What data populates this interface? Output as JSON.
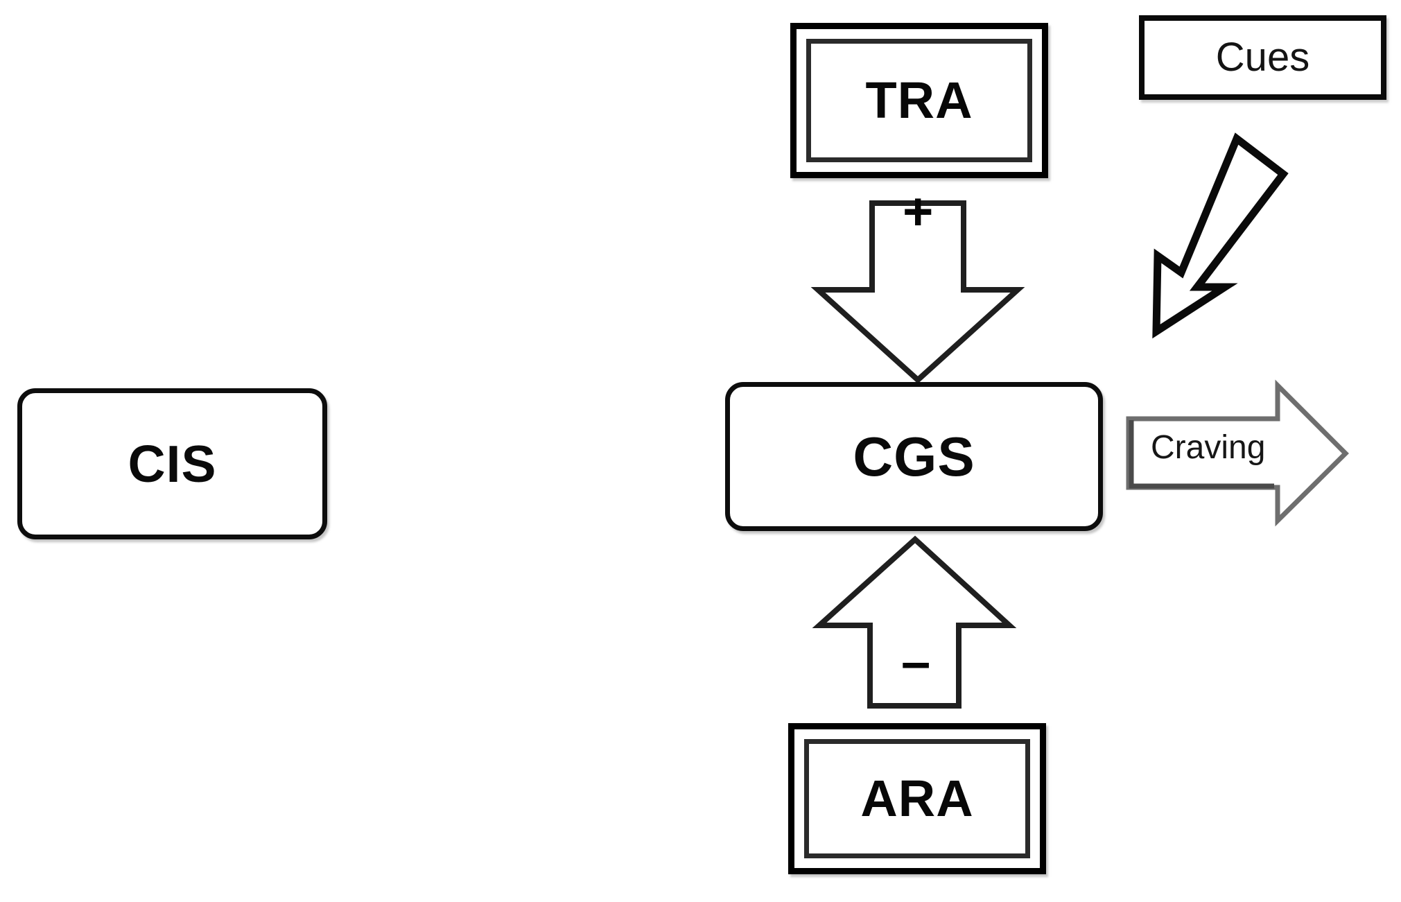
{
  "diagram": {
    "title": "CIS / CGS craving regulation schematic",
    "background_color": "#ffffff",
    "nodes": [
      {
        "id": "cis",
        "label": "CIS",
        "shape": "rounded-rectangle",
        "style": "thick-black-border"
      },
      {
        "id": "tra",
        "label": "TRA",
        "shape": "rectangle",
        "style": "double-border"
      },
      {
        "id": "cues",
        "label": "Cues",
        "shape": "rectangle",
        "style": "single-border"
      },
      {
        "id": "cgs",
        "label": "CGS",
        "shape": "rounded-rectangle",
        "style": "thick-black-border"
      },
      {
        "id": "ara",
        "label": "ARA",
        "shape": "rectangle",
        "style": "double-border"
      }
    ],
    "connectors": [
      {
        "id": "tra-to-cgs",
        "from": "tra",
        "to": "cgs",
        "direction": "down",
        "sign": "+",
        "style": "block-arrow-outline",
        "stroke": "#1f1f1f"
      },
      {
        "id": "ara-to-cgs",
        "from": "ara",
        "to": "cgs",
        "direction": "up",
        "sign": "–",
        "style": "block-arrow-outline",
        "stroke": "#1f1f1f"
      },
      {
        "id": "cues-to-cgs",
        "from": "cues",
        "to": "cgs",
        "direction": "down-left",
        "sign": "",
        "style": "block-arrow-outline",
        "stroke": "#0a0a0a"
      },
      {
        "id": "cgs-to-craving",
        "from": "cgs",
        "to": "craving",
        "direction": "right",
        "label": "Craving",
        "style": "block-arrow-outline",
        "stroke": "#6e6e6e"
      }
    ],
    "colors": {
      "node_border": "#0d0d0d",
      "inner_frame": "#2b2b2b",
      "arrow_stroke_dark": "#1f1f1f",
      "arrow_stroke_gray": "#6e6e6e",
      "text": "#0a0a0a",
      "background": "#ffffff"
    }
  },
  "nodes": {
    "cis": {
      "label": "CIS"
    },
    "tra": {
      "label": "TRA"
    },
    "cues": {
      "label": "Cues"
    },
    "cgs": {
      "label": "CGS"
    },
    "ara": {
      "label": "ARA"
    }
  },
  "signs": {
    "plus": "+",
    "minus": "–"
  },
  "labels": {
    "craving": "Craving"
  }
}
